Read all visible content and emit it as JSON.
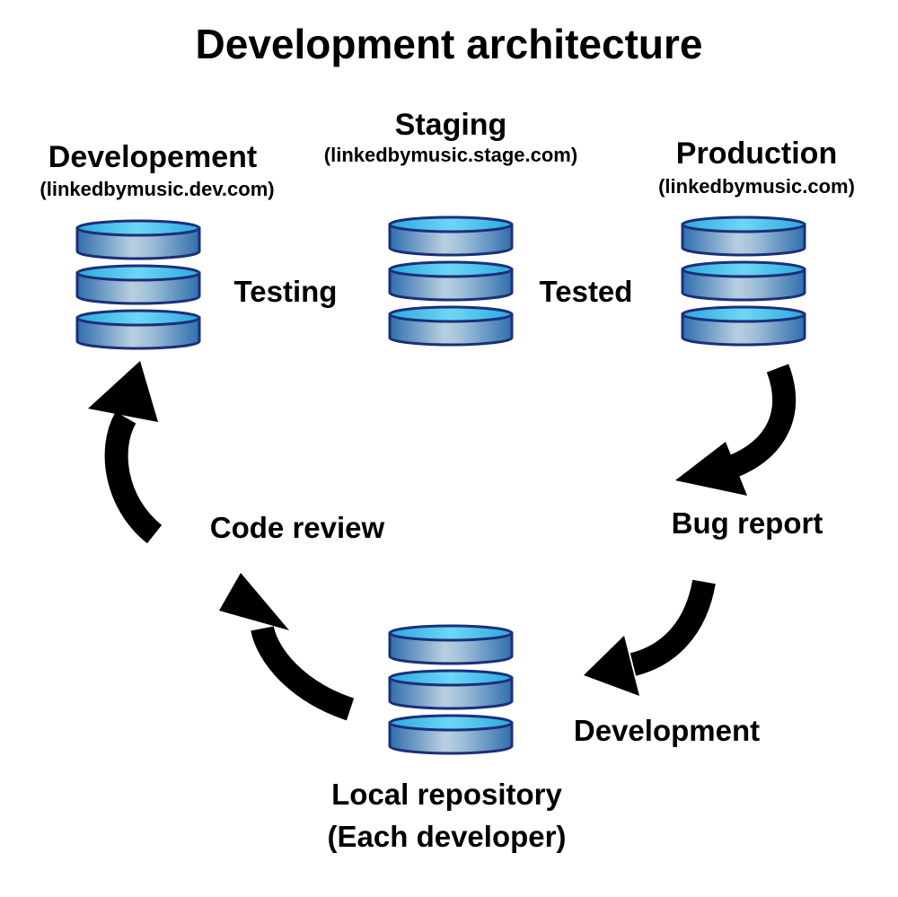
{
  "title": "Development architecture",
  "environments": {
    "development": {
      "name": "Developement",
      "url": "(linkedbymusic.dev.com)"
    },
    "staging": {
      "name": "Staging",
      "url": "(linkedbymusic.stage.com)"
    },
    "production": {
      "name": "Production",
      "url": "(linkedbymusic.com)"
    },
    "local": {
      "name": "Local repository",
      "note": "(Each developer)"
    }
  },
  "transitions": {
    "dev_to_staging": "Testing",
    "staging_to_production": "Tested",
    "production_to_bug": "Bug report",
    "bug_to_local": "Development",
    "local_to_review": "Code review"
  },
  "colors": {
    "db_light": "#4fc4ec",
    "db_mid": "#8fb6d4",
    "db_dark": "#2f6fad",
    "db_outline": "#1c2f7a",
    "arrow": "#000000"
  }
}
